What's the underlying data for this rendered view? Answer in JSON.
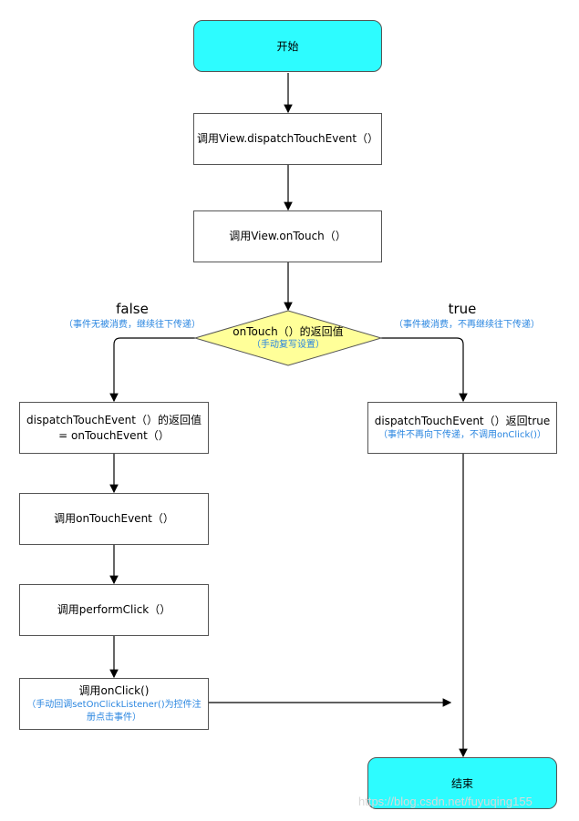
{
  "nodes": {
    "start": "开始",
    "call_dispatch": "调用View.dispatchTouchEvent（）",
    "call_ontouch": "调用View.onTouch（）",
    "decision": {
      "title": "onTouch（）的返回值",
      "note": "（手动复写设置）"
    },
    "false_branch": {
      "label": "false",
      "note": "（事件无被消费，继续往下传递）",
      "dispatch_line1": "dispatchTouchEvent（）的返回值",
      "dispatch_line2": "= onTouchEvent（）",
      "call_ontouchevent": "调用onTouchEvent（）",
      "call_performclick": "调用performClick（）",
      "call_onclick": "调用onClick()",
      "onclick_note_line1": "（手动回调setOnClickListener()为控件注",
      "onclick_note_line2": "册点击事件）"
    },
    "true_branch": {
      "label": "true",
      "note": "（事件被消费，不再继续往下传递）",
      "dispatch_return": "dispatchTouchEvent（）返回true",
      "dispatch_note": "（事件不再向下传递，不调用onClick()）"
    },
    "end": "结束"
  },
  "watermark": "https://blog.csdn.net/fuyuqing155",
  "colors": {
    "terminal": "#2dfcff",
    "decision": "#ffff99",
    "note": "#2a86e0",
    "border": "#555555"
  }
}
